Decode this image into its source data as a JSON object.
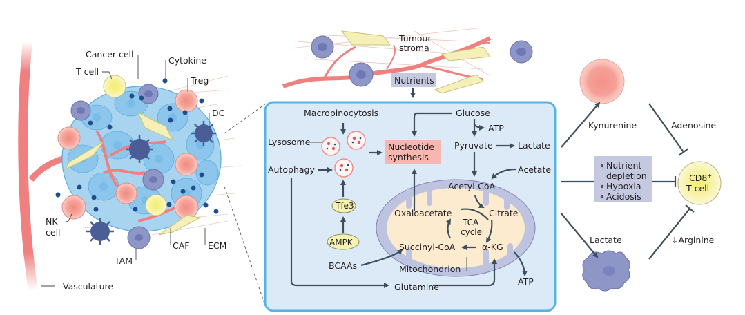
{
  "figure": {
    "colors": {
      "vasculature": "#f08080",
      "cancer_cell": "#a8d4f0",
      "cancer_cell_nucleus": "#7ec0ea",
      "cytokine": "#1f4e8c",
      "t_cell": "#f6f29a",
      "treg": "#f7a9a0",
      "dc": "#4a5d96",
      "tam": "#8e96c8",
      "caf": "#f5f0b8",
      "cell_panel_bg": "#dce9f6",
      "cell_panel_border": "#55b4e4",
      "mitochondrion_outer": "#bec4e0",
      "mitochondrion_inner": "#fdebd0",
      "nucleotide_box": "#f7b7b0",
      "nutrients_box": "#c5c9e0",
      "arrow": "#3d4f5c"
    }
  },
  "left_panel": {
    "labels": {
      "cancer_cell": "Cancer cell",
      "cytokine": "Cytokine",
      "t_cell": "T cell",
      "treg": "Treg",
      "dc": "DC",
      "nk_cell_line1": "NK",
      "nk_cell_line2": "cell",
      "tam": "TAM",
      "caf": "CAF",
      "ecm": "ECM",
      "vasculature": "Vasculature"
    }
  },
  "stroma": {
    "label_line1": "Tumour",
    "label_line2": "stroma",
    "nutrients": "Nutrients"
  },
  "cell_panel": {
    "macropinocytosis": "Macropinocytosis",
    "lysosome": "Lysosome",
    "autophagy": "Autophagy",
    "tfe3": "Tfe3",
    "ampk": "AMPK",
    "bcaas": "BCAAs",
    "glutamine": "Glutamine",
    "nucleotide_line1": "Nucleotide",
    "nucleotide_line2": "synthesis",
    "glucose": "Glucose",
    "atp_glycolysis": "ATP",
    "pyruvate": "Pyruvate",
    "lactate": "Lactate",
    "acetate": "Acetate",
    "acetyl_coa": "Acetyl-CoA",
    "oxaloacetate": "Oxaloacetate",
    "citrate": "Citrate",
    "tca_line1": "TCA",
    "tca_line2": "cycle",
    "succinyl_coa": "Succinyl-CoA",
    "alpha_kg": "α-KG",
    "mitochondrion": "Mitochondrion",
    "atp_mito": "ATP"
  },
  "right_panel": {
    "kynurenine": "Kynurenine",
    "adenosine": "Adenosine",
    "conditions": [
      "Nutrient",
      "depletion",
      "Hypoxia",
      "Acidosis"
    ],
    "cd8_line1": "CD8",
    "cd8_sup": "+",
    "cd8_line2": "T cell",
    "lactate": "Lactate",
    "arginine": "↓Arginine"
  }
}
